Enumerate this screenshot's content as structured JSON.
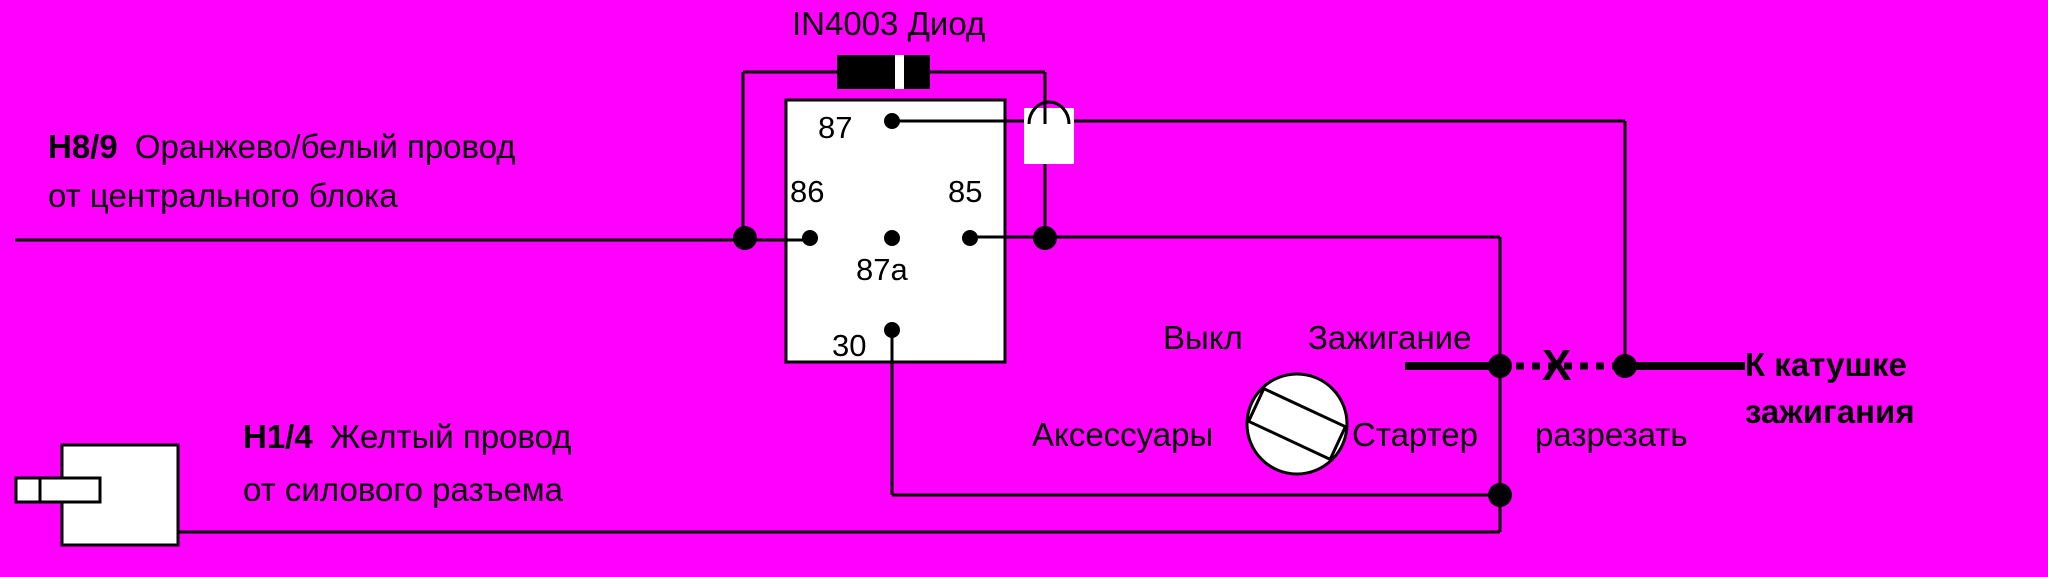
{
  "colors": {
    "background": "#FF00FF",
    "wire": "#000000",
    "component_fill": "#FFFFFF"
  },
  "diode": {
    "label": "IN4003 Диод"
  },
  "relay": {
    "pins": {
      "p87": "87",
      "p86": "86",
      "p85": "85",
      "p87a": "87a",
      "p30": "30"
    }
  },
  "wire_h89": {
    "code": "Н8/9",
    "desc": "Оранжево/белый провод",
    "line2": "от центрального блока"
  },
  "wire_h14": {
    "code": "Н1/4",
    "desc": "Желтый провод",
    "line2": "от силового разъема"
  },
  "ignition_switch": {
    "off": "Выкл",
    "ignition": "Зажигание",
    "accessories": "Аксессуары",
    "starter": "Стартер"
  },
  "cut": {
    "mark": "X",
    "label": "разрезать"
  },
  "coil": {
    "line1": "К катушке",
    "line2": "зажигания"
  }
}
